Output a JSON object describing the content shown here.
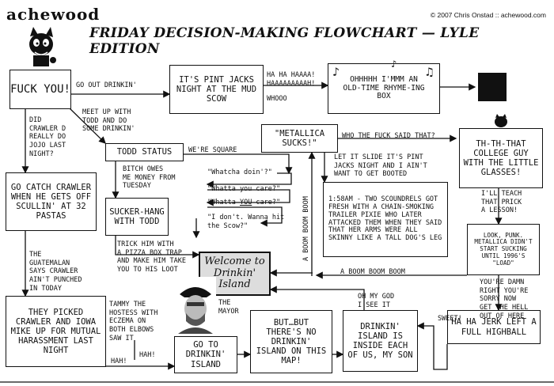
{
  "header": {
    "logo": "achewood",
    "copyright": "© 2007 Chris Onstad :: achewood.com",
    "title": "FRIDAY DECISION-MAKING FLOWCHART — LYLE EDITION"
  },
  "boxes": {
    "fuck_you": "FUCK YOU!",
    "pint_jacks": "IT'S PINT JACKS NIGHT AT THE MUD SCOW",
    "ohhhhh": "OHHHHH I'MMM AN OLD-TIME RHYME-ING BOX",
    "metallica": "\"METALLICA SUCKS!\"",
    "ththat": "TH-TH-THAT COLLEGE GUY WITH THE LITTLE GLASSES!",
    "todd_status": "TODD STATUS",
    "go_catch": "GO CATCH CRAWLER WHEN HE GETS OFF SCULLIN' AT 32 PASTAS",
    "sucker_hang": "SUCKER-HANG WITH TODD",
    "scoundrels": "1:58AM - TWO SCOUNDRELS GOT FRESH WITH A CHAIN-SMOKING TRAILER PIXIE WHO LATER ATTACKED THEM WHEN THEY SAID THAT HER ARMS WERE ALL SKINNY LIKE A TALL DOG'S LEG",
    "look_punk": "LOOK, PUNK. METALLICA DIDN'T START SUCKING UNTIL 1996'S \"LOAD\"",
    "welcome": "Welcome to Drinkin' Island",
    "picked_crawler": "THEY PICKED CRAWLER AND IOWA MIKE UP FOR MUTUAL HARASSMENT LAST NIGHT",
    "go_to_drinkin": "GO TO DRINKIN' ISLAND",
    "but_no": "BUT…BUT THERE'S NO DRINKIN' ISLAND ON THIS MAP!",
    "inside_each": "DRINKIN' ISLAND IS INSIDE EACH OF US, MY SON",
    "ha_ha_jerk": "HA HA JERK LEFT A FULL HIGHBALL"
  },
  "labels": {
    "go_out": "GO OUT DRINKIN'",
    "ha_ha": "HA HA HAAAA!\nHAAAAAAAAAH!",
    "whooo": "WHOOO",
    "meet_up": "MEET UP WITH\nTODD AND DO\nSOME DRINKIN'",
    "did_crawler": "DID\nCRAWLER D\nREALLY DO\nJOJO LAST\nNIGHT?",
    "who_fuck": "WHO THE FUCK SAID THAT?",
    "were_square": "WE'RE SQUARE",
    "bitch_owes": "BITCH OWES\nME MONEY FROM\nTUESDAY",
    "let_slide": "LET IT SLIDE IT'S PINT\nJACKS NIGHT AND I AIN'T\nWANT TO GET BOOTED",
    "whatcha": "\"Whatcha doin'?\"",
    "whatta1": "\"Whatta you care?\"",
    "whatta2a": "\"Whatta ",
    "whatta2b": "YOU",
    "whatta2c": " care?\"",
    "dont_wanna": "\"I don't. Wanna hit\nthe Scow?\"",
    "teach": "I'LL TEACH\nTHAT PRICK\nA LESSON!",
    "boom_vert": "A BOOM BOOM BOOM",
    "boom_horiz": "A BOOM BOOM BOOM",
    "trick": "TRICK HIM WITH\nA PIZZA BOX TRAP\nAND MAKE HIM TAKE\nYOU TO HIS LOOT",
    "guatemalan": "THE\nGUATEMALAN\nSAYS CRAWLER\nAIN'T PUNCHED\nIN TODAY",
    "damn_right": "YOU'RE DAMN\nRIGHT YOU'RE\nSORRY NOW\nGET THE HELL\nOUT OF HERE",
    "tammy": "TAMMY THE\nHOSTESS WITH\nECZEMA ON\nBOTH ELBOWS\nSAW IT",
    "mayor": "THE\nMAYOR",
    "oh_my_god": "OH MY GOD\nI SEE IT",
    "sweet": "SWEET!",
    "hah1": "HAH!",
    "hah2": "HAH!"
  },
  "icons": {
    "character": "cat-character-icon",
    "small_cat": "small-cat-icon",
    "portrait": "mayor-portrait-icon",
    "notes": "music-note-icon",
    "end_box": "black-square-icon"
  }
}
